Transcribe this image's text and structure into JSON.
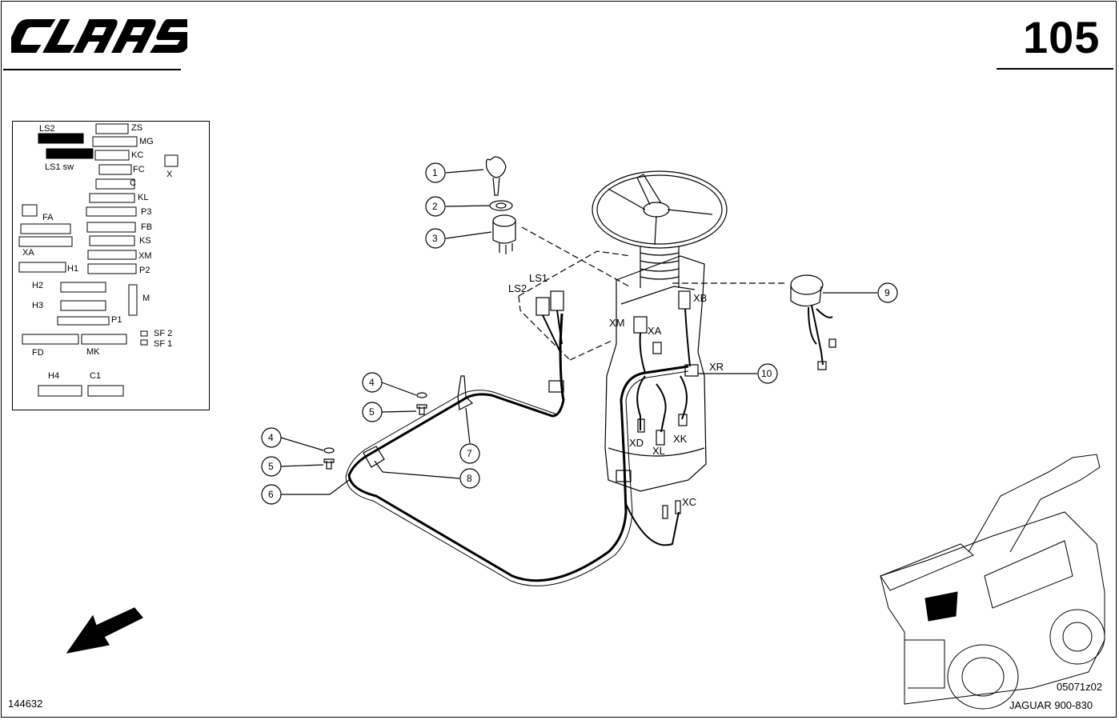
{
  "header": {
    "brand": "CLAAS",
    "page_number": "105"
  },
  "legend": {
    "labels": {
      "LS2": "LS2",
      "LS1sw": "LS1 sw",
      "ZS": "ZS",
      "MG": "MG",
      "KC": "KC",
      "FC": "FC",
      "X": "X",
      "C": "C",
      "KL": "KL",
      "P3": "P3",
      "FA": "FA",
      "FB": "FB",
      "XA": "XA",
      "KS": "KS",
      "XM": "XM",
      "H1": "H1",
      "P2": "P2",
      "H2": "H2",
      "M": "M",
      "H3": "H3",
      "P1": "P1",
      "SF2": "SF 2",
      "SF1": "SF 1",
      "FD": "FD",
      "MK": "MK",
      "H4": "H4",
      "C1": "C1"
    }
  },
  "callouts": {
    "c1": "1",
    "c2": "2",
    "c3": "3",
    "c4a": "4",
    "c5a": "5",
    "c4b": "4",
    "c5b": "5",
    "c6": "6",
    "c7": "7",
    "c8": "8",
    "c9": "9",
    "c10": "10"
  },
  "connectors": {
    "LS1": "LS1",
    "LS2": "LS2",
    "XB": "XB",
    "XM": "XM",
    "XA": "XA",
    "XR": "XR",
    "XD": "XD",
    "XL": "XL",
    "XK": "XK",
    "XC": "XC"
  },
  "footer": {
    "doc_number": "144632",
    "drawing_code": "05071z02",
    "model": "JAGUAR 900-830"
  }
}
